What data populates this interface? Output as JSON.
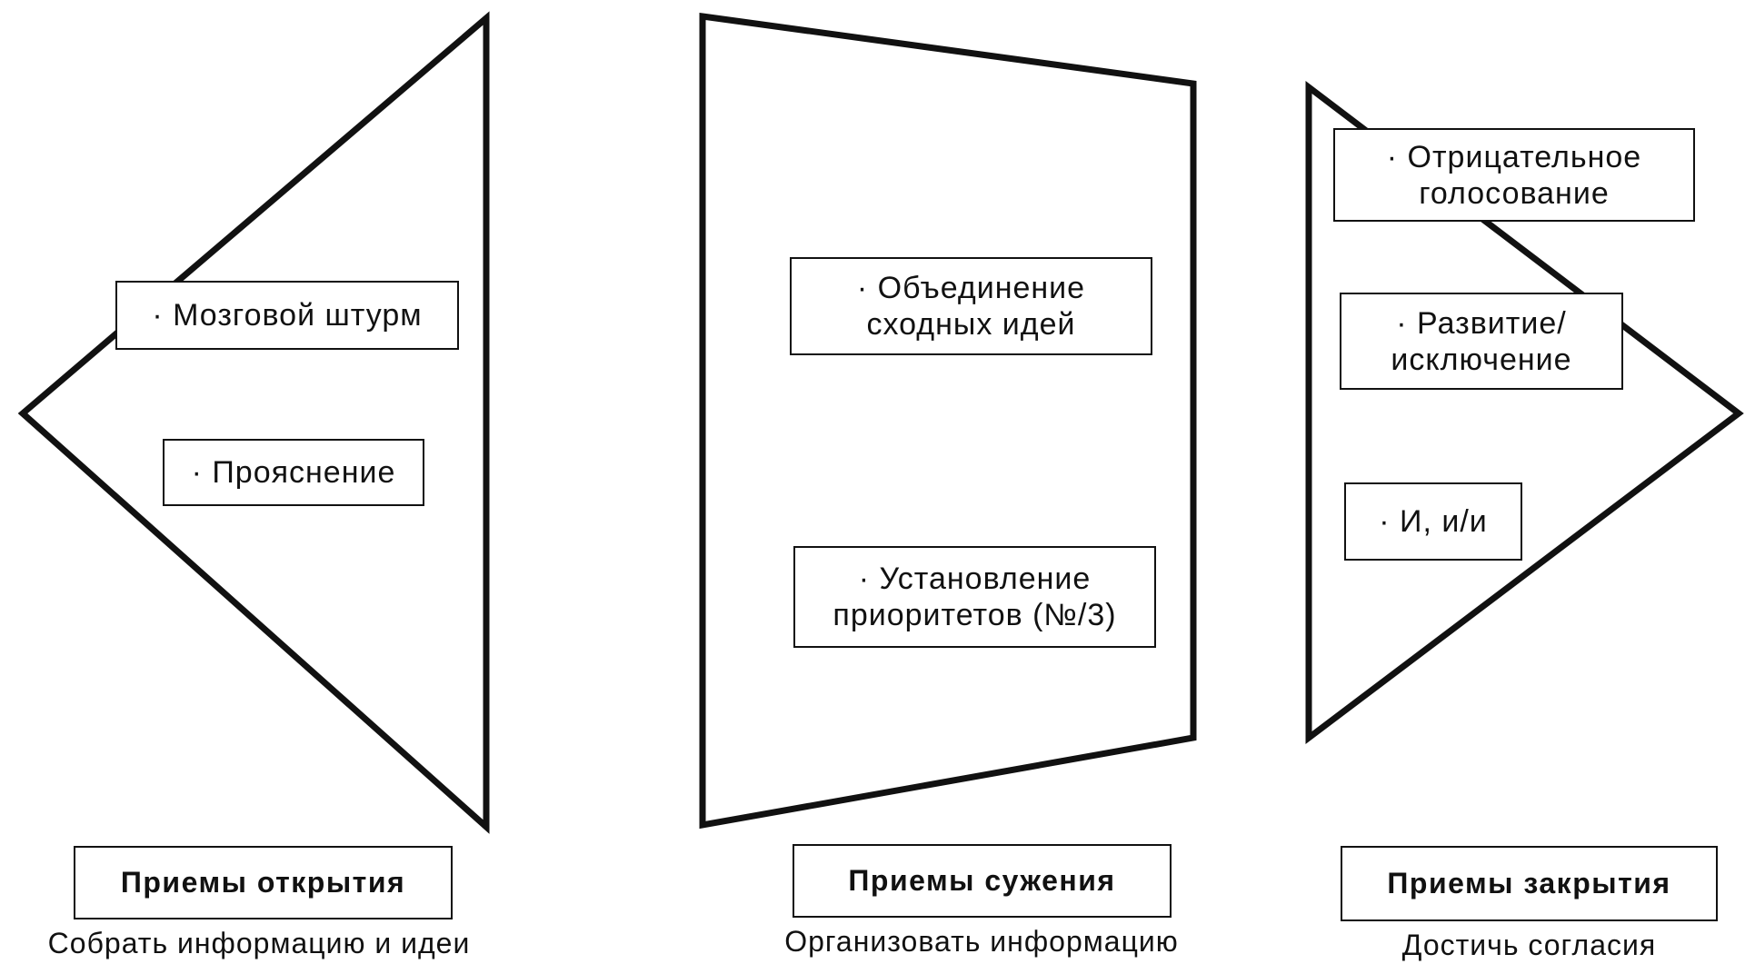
{
  "stages": [
    {
      "title": "Приемы открытия",
      "caption": "Собрать информацию и идеи",
      "items": [
        "· Мозговой штурм",
        "· Прояснение"
      ]
    },
    {
      "title": "Приемы сужения",
      "caption": "Организовать информацию",
      "items": [
        "· Объединение\nсходных идей",
        "· Установление\nприоритетов (№/3)"
      ]
    },
    {
      "title": "Приемы закрытия",
      "caption": "Достичь согласия",
      "items": [
        "· Отрицательное\nголосование",
        "· Развитие/\nисключение",
        "· И, и/и"
      ]
    }
  ]
}
